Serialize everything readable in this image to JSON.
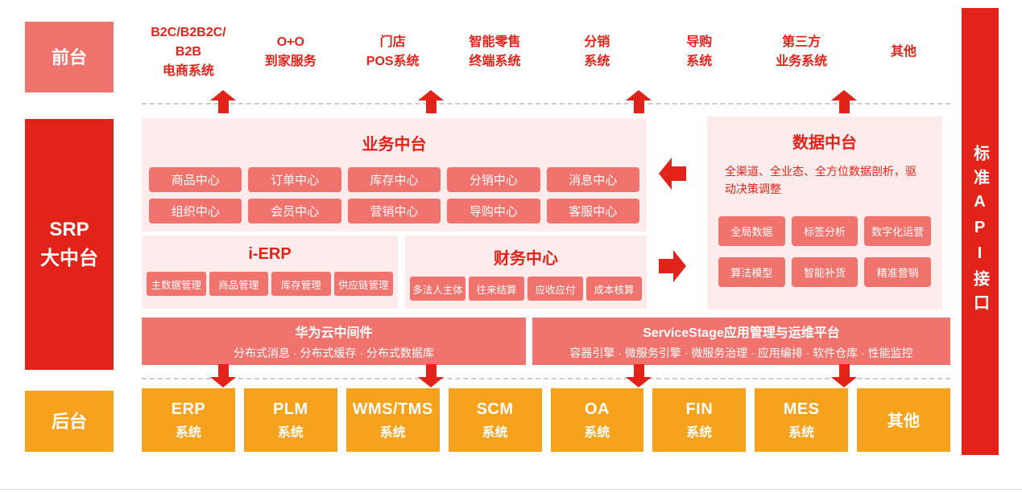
{
  "colors": {
    "red": "#e2231a",
    "salmon": "#f0736d",
    "panel_pink": "#fdeceb",
    "orange": "#f7a21c",
    "dash_gray": "#cccccc"
  },
  "left_labels": {
    "front": "前台",
    "middle": "SRP\n大中台",
    "back": "后台"
  },
  "front_row": [
    {
      "label": "B2C/B2B2C/\nB2B\n电商系统"
    },
    {
      "label": "O+O\n到家服务"
    },
    {
      "label": "门店\nPOS系统"
    },
    {
      "label": "智能零售\n终端系统"
    },
    {
      "label": "分销\n系统"
    },
    {
      "label": "导购\n系统"
    },
    {
      "label": "第三方\n业务系统"
    },
    {
      "label": "其他"
    }
  ],
  "business_center": {
    "title": "业务中台",
    "chips": [
      "商品中心",
      "订单中心",
      "库存中心",
      "分销中心",
      "消息中心",
      "组织中心",
      "会员中心",
      "营销中心",
      "导购中心",
      "客服中心"
    ]
  },
  "ierp": {
    "title": "i-ERP",
    "chips": [
      "主数据管理",
      "商品管理",
      "库存管理",
      "供应链管理"
    ]
  },
  "finance_center": {
    "title": "财务中心",
    "chips": [
      "多法人主体",
      "往来结算",
      "应收应付",
      "成本核算"
    ]
  },
  "data_center": {
    "title": "数据中台",
    "desc": "全渠道、全业态、全方位数据剖析，驱动决策调整",
    "chips": [
      "全局数据",
      "标签分析",
      "数字化运营",
      "算法模型",
      "智能补货",
      "精准营销"
    ]
  },
  "middleware": {
    "huawei_title": "华为云中间件",
    "huawei_items": "分布式消息 · 分布式缓存 · 分布式数据库",
    "servicestage_title": "ServiceStage应用管理与运维平台",
    "servicestage_items": "容器引擎 · 微服务引擎 · 微服务治理 · 应用编排 · 软件仓库 · 性能监控"
  },
  "back_row": [
    {
      "main": "ERP",
      "sub": "系统"
    },
    {
      "main": "PLM",
      "sub": "系统"
    },
    {
      "main": "WMS/TMS",
      "sub": "系统"
    },
    {
      "main": "SCM",
      "sub": "系统"
    },
    {
      "main": "OA",
      "sub": "系统"
    },
    {
      "main": "FIN",
      "sub": "系统"
    },
    {
      "main": "MES",
      "sub": "系统"
    },
    {
      "main": "其他",
      "sub": ""
    }
  ],
  "api_bar": "标准API接口"
}
